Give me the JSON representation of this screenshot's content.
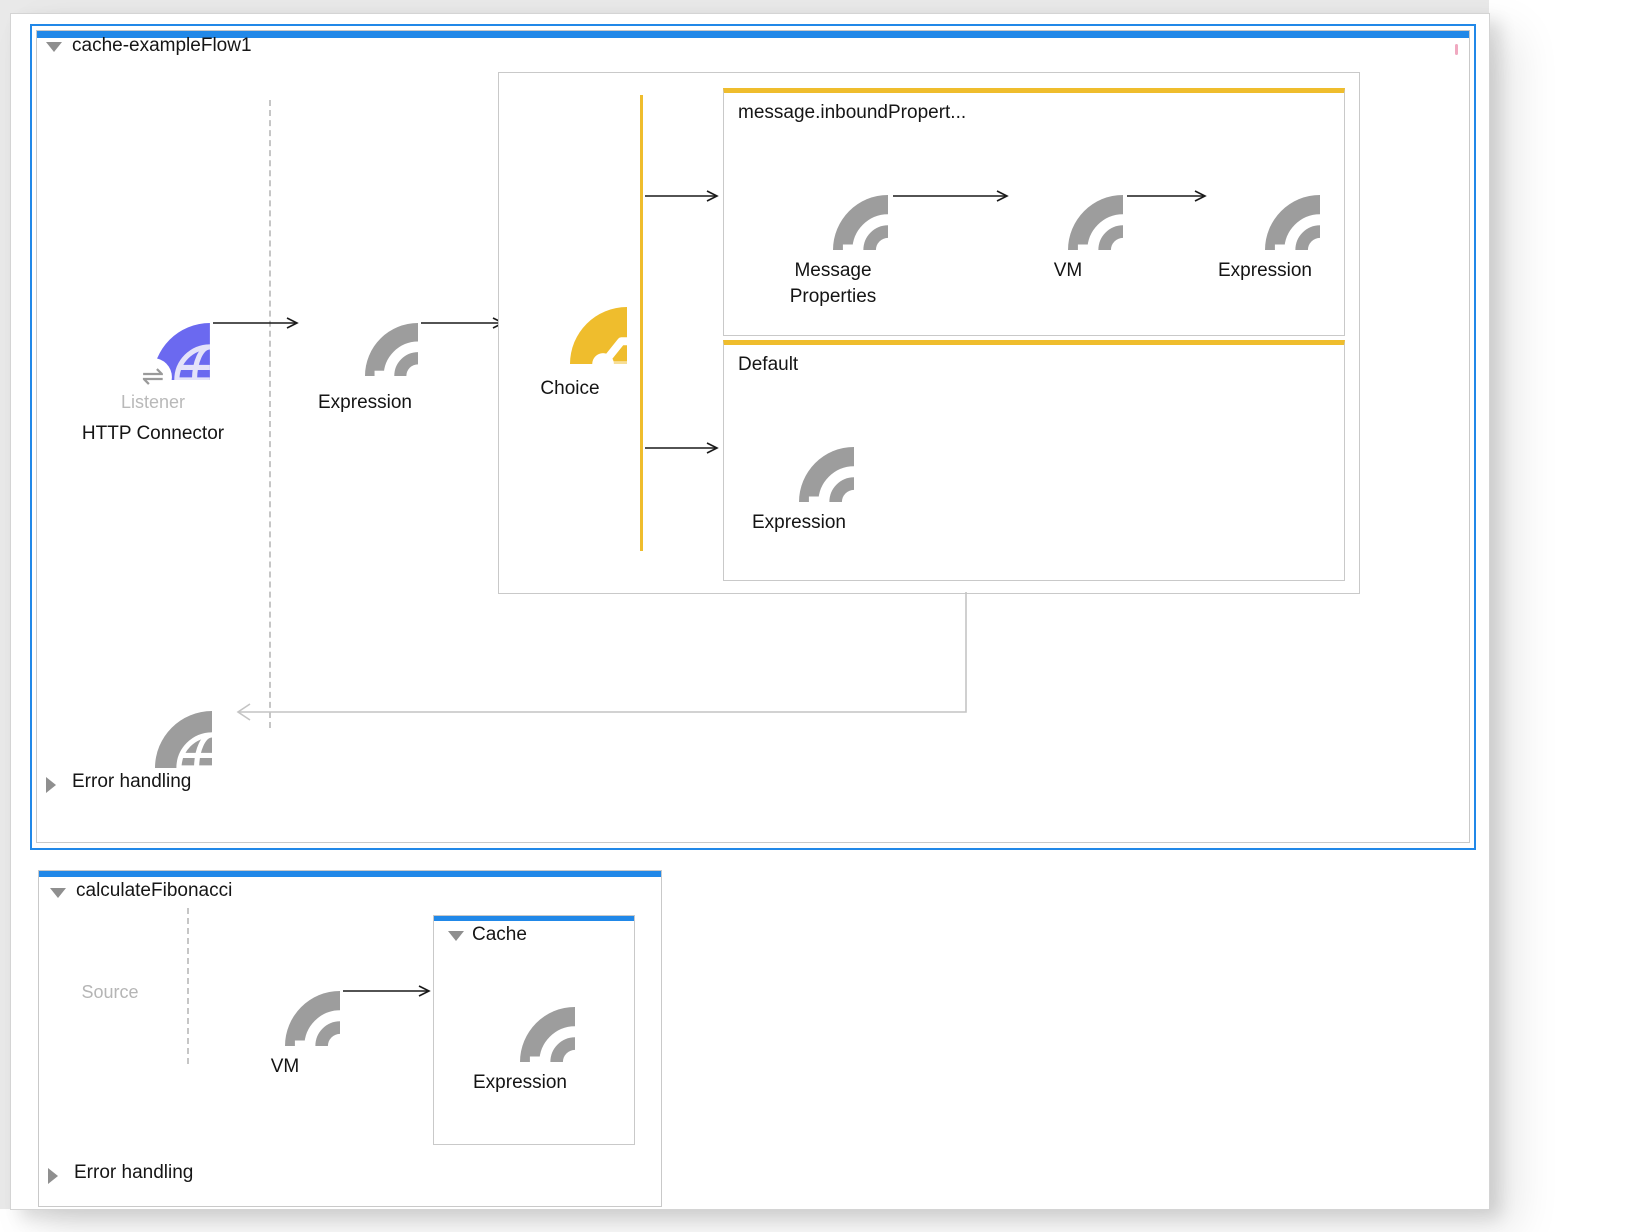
{
  "colors": {
    "accent_blue": "#2188E8",
    "choice_yellow": "#EFBD2D",
    "http_purple": "#6B69F0",
    "node_gray": "#9D9D9D",
    "border_gray": "#C9C9C9"
  },
  "flow1": {
    "title": "cache-exampleFlow1",
    "source": {
      "sublabel": "Listener",
      "label": "HTTP Connector"
    },
    "process": {
      "expression_label": "Expression",
      "choice_label": "Choice"
    },
    "choice_branches": [
      {
        "label": "message.inboundPropert...",
        "nodes": [
          "Message Properties",
          "VM",
          "Expression"
        ]
      },
      {
        "label": "Default",
        "nodes": [
          "Expression"
        ]
      }
    ],
    "error_handling": "Error handling"
  },
  "flow2": {
    "title": "calculateFibonacci",
    "source_label": "Source",
    "vm_label": "VM",
    "cache": {
      "title": "Cache",
      "node_label": "Expression"
    },
    "error_handling": "Error handling"
  }
}
